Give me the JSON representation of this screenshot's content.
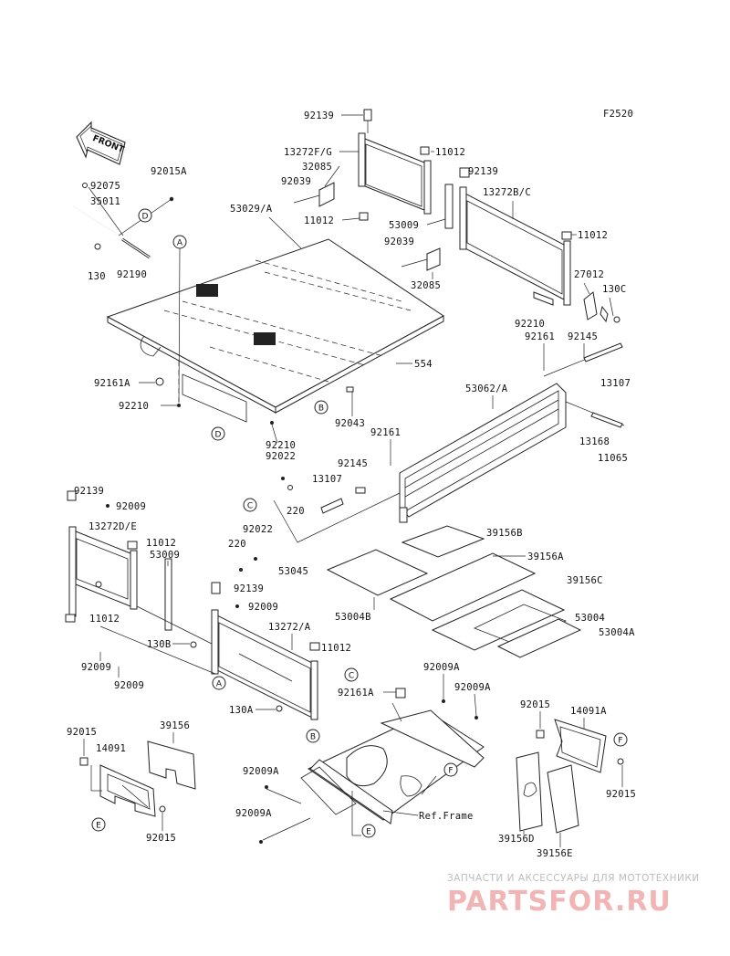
{
  "figure_code": "F2520",
  "front_arrow_label": "FRONT",
  "labels": {
    "p92139_top": "92139",
    "p13272FG": "13272F/G",
    "p32085_top": "32085",
    "p92039_top": "92039",
    "p11012_top_left": "11012",
    "p11012_top_right": "11012",
    "p92139_right": "92139",
    "p13272BC": "13272B/C",
    "p11012_right": "11012",
    "p53009_top": "53009",
    "p92039_mid": "92039",
    "p32085_mid": "32085",
    "p27012": "27012",
    "p130C": "130C",
    "p92210_right": "92210",
    "p92015A": "92015A",
    "p92075": "92075",
    "p35011": "35011",
    "p130_left": "130",
    "p92190": "92190",
    "p53029A": "53029/A",
    "p554": "554",
    "p92161A_left": "92161A",
    "p92210_left": "92210",
    "p92210_bottom": "92210",
    "p92043": "92043",
    "p92161_right": "92161",
    "p92145_right": "92145",
    "p13107_right": "13107",
    "p53062A": "53062/A",
    "p92161_mid": "92161",
    "p13168": "13168",
    "p11065": "11065",
    "p92022_top": "92022",
    "p92145_mid": "92145",
    "p13107_mid": "13107",
    "p220_top": "220",
    "p92139_leftgate": "92139",
    "p92009_a": "92009",
    "p13272DE": "13272D/E",
    "p11012_leftgate_top": "11012",
    "p53009_left": "53009",
    "p11012_leftgate_bottom": "11012",
    "p92022_bottom": "92022",
    "p220_bottom": "220",
    "p53045": "53045",
    "p39156B": "39156B",
    "p39156A": "39156A",
    "p39156C": "39156C",
    "p53004B": "53004B",
    "p53004": "53004",
    "p53004A": "53004A",
    "p92139_bottomgate": "92139",
    "p92009_b": "92009",
    "p13272A": "13272/A",
    "p130B": "130B",
    "p11012_bottomgate": "11012",
    "p92009_c": "92009",
    "p92009_d": "92009",
    "p130A": "130A",
    "p92161A_bottom": "92161A",
    "p92009A_1": "92009A",
    "p92009A_2": "92009A",
    "p92015_right": "92015",
    "p14091A": "14091A",
    "p92015_right_low": "92015",
    "p92015_left": "92015",
    "p39156": "39156",
    "p14091": "14091",
    "p92015_left_low": "92015",
    "p92009A_3": "92009A",
    "p92009A_4": "92009A",
    "pRefFrame": "Ref.Frame",
    "p39156D": "39156D",
    "p39156E": "39156E"
  },
  "callouts": {
    "A1": "A",
    "D1": "D",
    "B1": "B",
    "D2": "D",
    "C1": "C",
    "C2": "C",
    "A2": "A",
    "B2": "B",
    "F1": "F",
    "F2": "F",
    "E1": "E",
    "E2": "E"
  },
  "watermark": {
    "tagline": "ЗАПЧАСТИ И АКСЕССУАРЫ ДЛЯ МОТОТЕХНИКИ",
    "brand": "PARTSFOR.RU"
  }
}
